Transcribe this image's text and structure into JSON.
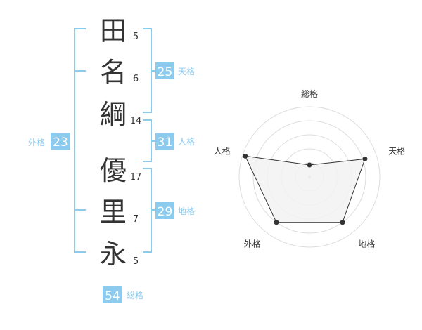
{
  "name": {
    "chars": [
      {
        "char": "田",
        "strokes": "5"
      },
      {
        "char": "名",
        "strokes": "6"
      },
      {
        "char": "綱",
        "strokes": "14"
      },
      {
        "char": "優",
        "strokes": "17"
      },
      {
        "char": "里",
        "strokes": "7"
      },
      {
        "char": "永",
        "strokes": "5"
      }
    ]
  },
  "fortunes": {
    "tenkaku": {
      "label": "天格",
      "value": "25"
    },
    "jinkaku": {
      "label": "人格",
      "value": "31"
    },
    "chikaku": {
      "label": "地格",
      "value": "29"
    },
    "gaikaku": {
      "label": "外格",
      "value": "23"
    },
    "soukaku": {
      "label": "総格",
      "value": "54"
    }
  },
  "colors": {
    "accent": "#8ccbee",
    "badge": "#8ccbee",
    "text": "#333333",
    "radar_fill": "#f2f2f2",
    "ring": "#dddddd"
  },
  "chart_data": {
    "type": "radar",
    "axes": [
      "総格",
      "天格",
      "地格",
      "外格",
      "人格"
    ],
    "values": [
      0.17,
      0.83,
      0.8,
      0.8,
      0.96
    ],
    "rings": 5
  }
}
